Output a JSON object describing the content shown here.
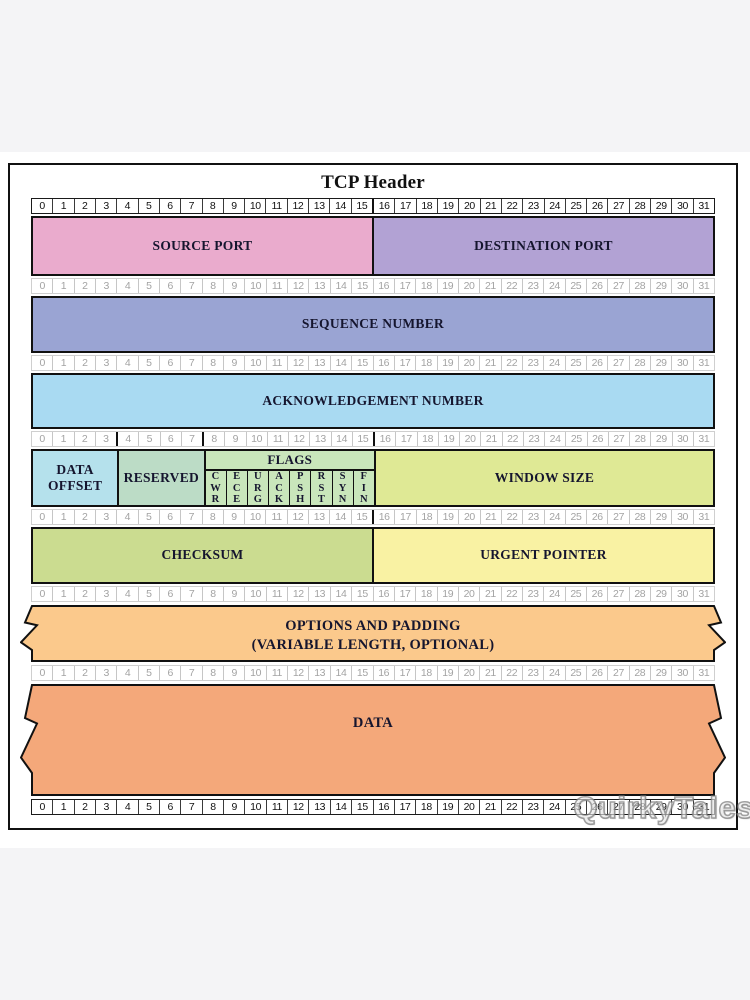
{
  "title": "TCP Header",
  "watermark": "QuirkyTales",
  "colors": {
    "source_port": "#eaabcd",
    "destination_port": "#b2a2d4",
    "sequence_number": "#9aa4d3",
    "acknowledgement_number": "#a9daf2",
    "data_offset": "#b5e1ec",
    "reserved": "#bcdcc6",
    "flags": "#c9e6bb",
    "window_size": "#dfe995",
    "checksum": "#cbdc90",
    "urgent_pointer": "#f9f2a3",
    "options": "#fbc98c",
    "data": "#f4a87a",
    "frame_border": "#111111",
    "ruler_dark_text": "#111111",
    "ruler_light_text": "#a6a6a6"
  },
  "bits": {
    "first": 0,
    "last": 31
  },
  "rulers": [
    {
      "tone": "dark",
      "boundaries": [
        16
      ]
    },
    {
      "tone": "light",
      "boundaries": []
    },
    {
      "tone": "light",
      "boundaries": []
    },
    {
      "tone": "light",
      "boundaries": [
        4,
        8,
        16
      ]
    },
    {
      "tone": "light",
      "boundaries": [
        16
      ]
    },
    {
      "tone": "light",
      "boundaries": []
    },
    {
      "tone": "light",
      "boundaries": []
    },
    {
      "tone": "dark",
      "boundaries": []
    }
  ],
  "rows": [
    {
      "kind": "fields",
      "height": 60,
      "fields": [
        {
          "name": "source-port",
          "label": "SOURCE PORT",
          "bits": 16,
          "color_key": "source_port"
        },
        {
          "name": "destination-port",
          "label": "DESTINATION PORT",
          "bits": 16,
          "color_key": "destination_port"
        }
      ]
    },
    {
      "kind": "fields",
      "height": 57,
      "fields": [
        {
          "name": "sequence-number",
          "label": "SEQUENCE NUMBER",
          "bits": 32,
          "color_key": "sequence_number"
        }
      ]
    },
    {
      "kind": "fields",
      "height": 56,
      "fields": [
        {
          "name": "acknowledgement-number",
          "label": "ACKNOWLEDGEMENT NUMBER",
          "bits": 32,
          "color_key": "acknowledgement_number"
        }
      ]
    },
    {
      "kind": "fields",
      "height": 58,
      "fields": [
        {
          "name": "data-offset",
          "label": "DATA\nOFFSET",
          "bits": 4,
          "color_key": "data_offset"
        },
        {
          "name": "reserved",
          "label": "RESERVED",
          "bits": 4,
          "color_key": "reserved"
        },
        {
          "name": "flags",
          "kind": "flags",
          "header": "FLAGS",
          "bits": 8,
          "color_key": "flags",
          "flags": [
            "CWR",
            "ECE",
            "URG",
            "ACK",
            "PSH",
            "RST",
            "SYN",
            "FIN"
          ]
        },
        {
          "name": "window-size",
          "label": "WINDOW SIZE",
          "bits": 16,
          "color_key": "window_size"
        }
      ]
    },
    {
      "kind": "fields",
      "height": 57,
      "fields": [
        {
          "name": "checksum",
          "label": "CHECKSUM",
          "bits": 16,
          "color_key": "checksum"
        },
        {
          "name": "urgent-pointer",
          "label": "URGENT POINTER",
          "bits": 16,
          "color_key": "urgent_pointer"
        }
      ]
    },
    {
      "kind": "banner",
      "name": "options-and-padding",
      "height": 55,
      "color_key": "options",
      "text_pos": [
        0.38,
        0.72
      ],
      "lines": [
        "OPTIONS AND PADDING",
        "(VARIABLE LENGTH, OPTIONAL)"
      ]
    },
    {
      "kind": "banner",
      "name": "data",
      "height": 110,
      "color_key": "data",
      "text_pos": [
        0.35
      ],
      "lines": [
        "DATA"
      ]
    }
  ]
}
